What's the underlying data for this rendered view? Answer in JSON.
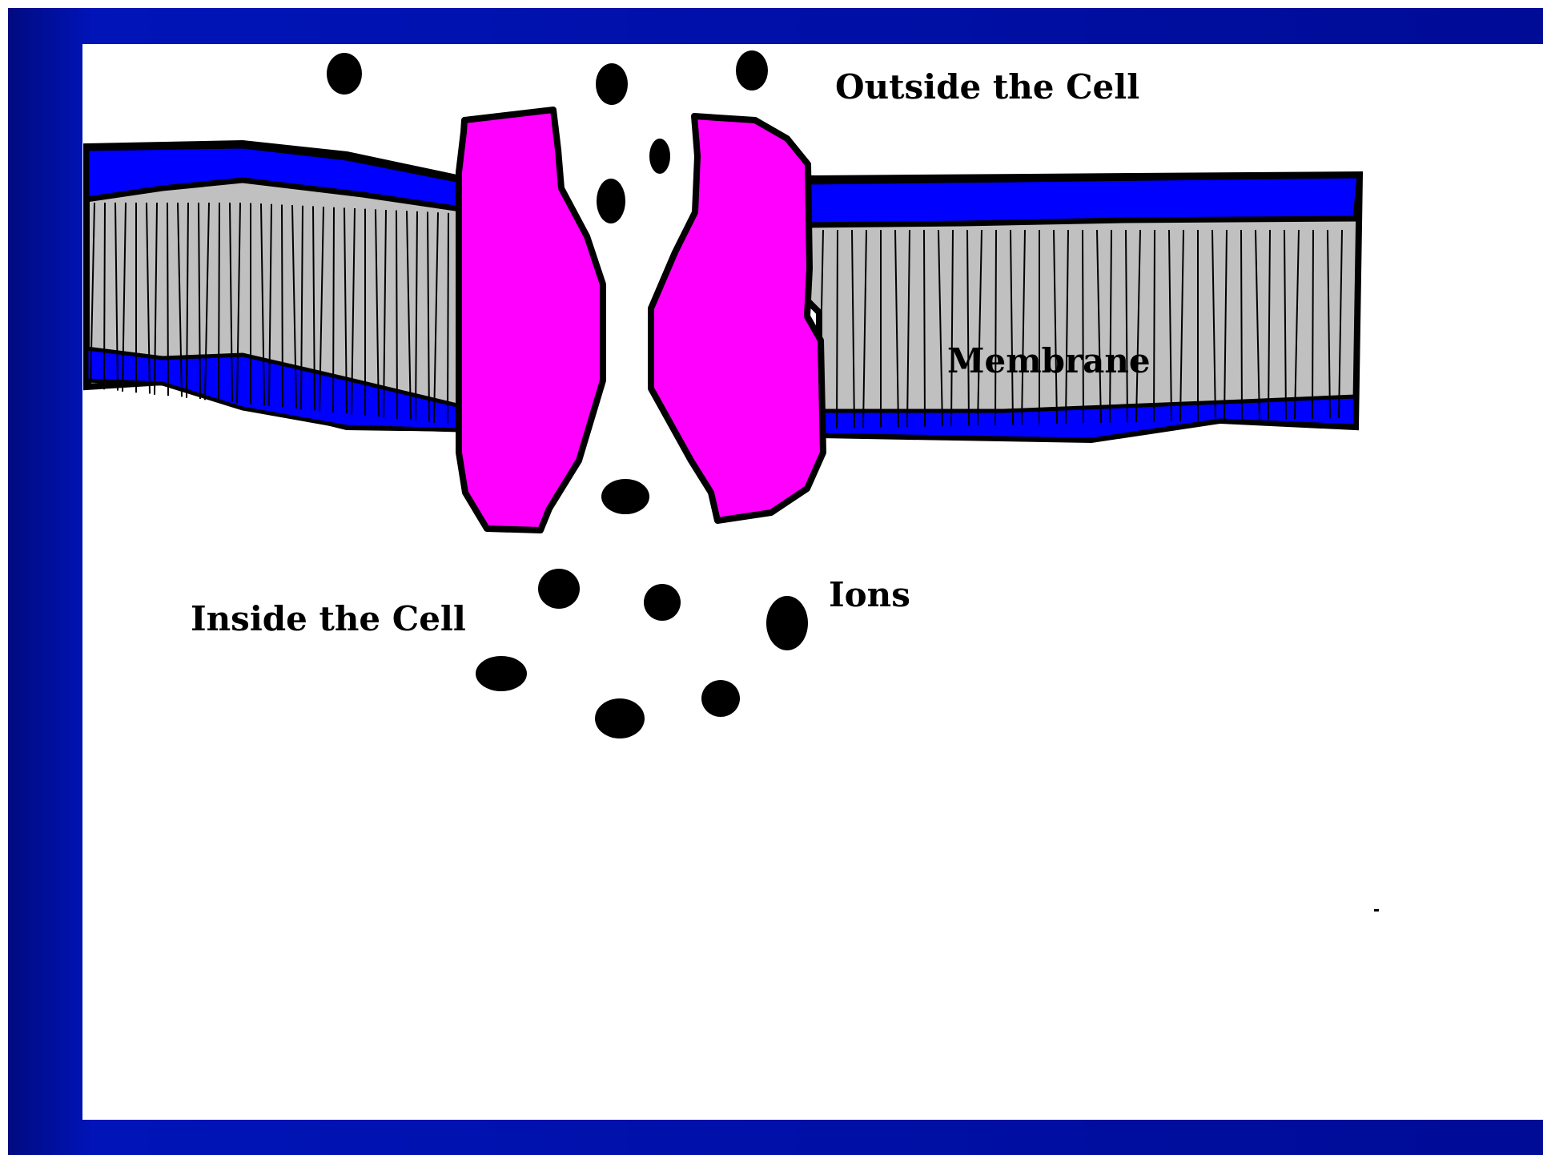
{
  "labels": {
    "outside": "Outside the Cell",
    "membrane": "Membrane",
    "inside": "Inside the Cell",
    "ions": "Ions"
  },
  "colors": {
    "frame_blue": "#0010a8",
    "membrane_head_blue": "#0000ff",
    "membrane_tail_gray": "#c0c0c0",
    "channel_protein_magenta": "#ff00ff",
    "ion_black": "#000000",
    "background": "#ffffff"
  }
}
